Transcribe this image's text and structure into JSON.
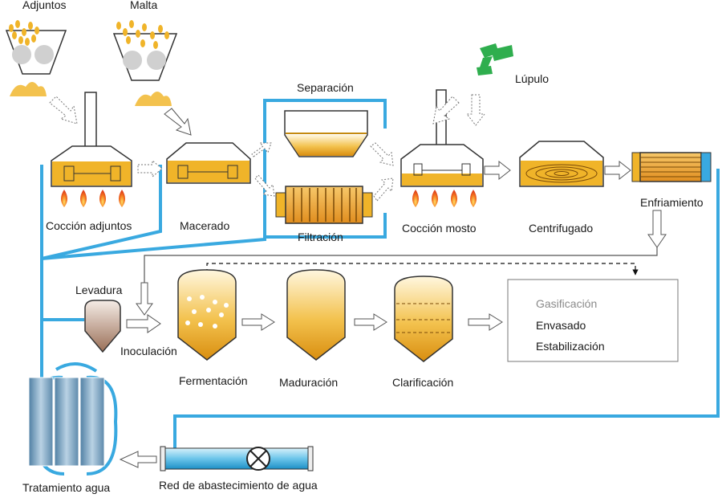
{
  "labels": {
    "adjuntos": "Adjuntos",
    "malta": "Malta",
    "lupulo": "Lúpulo",
    "separacion": "Separación",
    "filtracion": "Filtración",
    "coccion_adjuntos": "Cocción adjuntos",
    "macerado": "Macerado",
    "coccion_mosto": "Cocción mosto",
    "centrifugado": "Centrifugado",
    "enfriamiento": "Enfriamiento",
    "levadura": "Levadura",
    "inoculacion": "Inoculación",
    "fermentacion": "Fermentación",
    "maduracion": "Maduración",
    "clarificacion": "Clarificación",
    "gasificacion": "Gasificación",
    "envasado": "Envasado",
    "estabilizacion": "Estabilización",
    "tratamiento_agua": "Tratamiento agua",
    "red_agua": "Red de abastecimiento de agua"
  },
  "colors": {
    "water_pipe": "#39a9e0",
    "vessel_outline": "#333333",
    "liquid": "#f0b429",
    "flame": "#f26522",
    "hop": "#2fae4e",
    "gray_text": "#8a8a8a"
  }
}
